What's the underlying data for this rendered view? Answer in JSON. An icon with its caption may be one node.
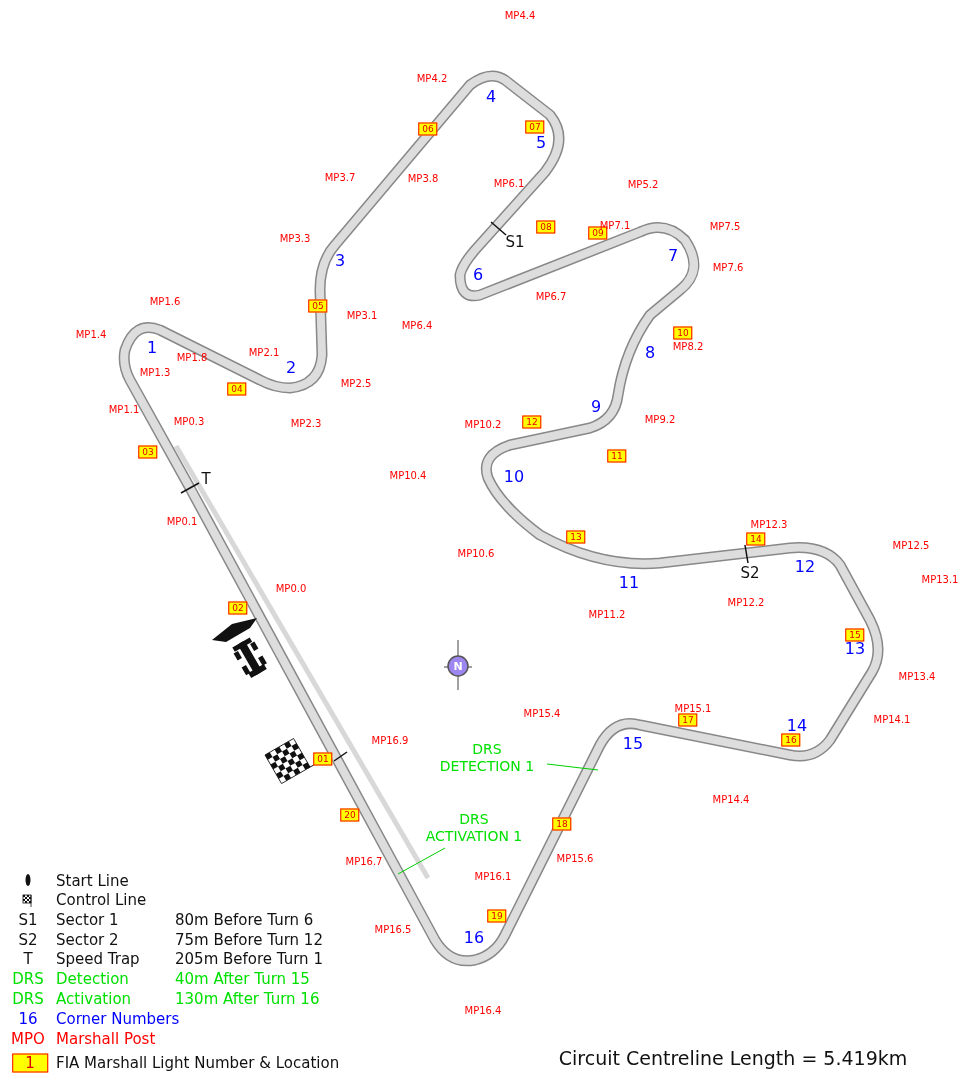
{
  "diagram": {
    "nodes": [
      {
        "text": [
          "DRS DETECTION 1"
        ]
      },
      {
        "text": [
          "DRS ACTIVATION 1"
        ]
      }
    ],
    "edges": [
      {
        "from": 0,
        "to": null,
        "arrow": "none"
      },
      {
        "from": 1,
        "to": null,
        "arrow": "none"
      }
    ],
    "labels": [
      "MP4.4",
      "MP4.2",
      "4",
      "06",
      "07",
      "5",
      "MP3.7",
      "MP3.8",
      "MP6.1",
      "MP5.2",
      "08",
      "09",
      "MP7.1",
      "MP7.5",
      "MP3.3",
      "S1",
      "3",
      "7",
      "MP7.6",
      "6",
      "MP6.7",
      "MP1.6",
      "05",
      "MP3.1",
      "MP6.4",
      "MP1.4",
      "10",
      "1",
      "MP8.2",
      "MP2.1",
      "8",
      "MP1.8",
      "2",
      "MP1.3",
      "MP2.5",
      "04",
      "9",
      "MP1.1",
      "MP0.3",
      "MP2.3",
      "MP10.2",
      "12",
      "MP9.2",
      "03",
      "11",
      "T",
      "MP10.4",
      "10",
      "MP0.1",
      "MP12.3",
      "13",
      "14",
      "MP12.5",
      "MP10.6",
      "12",
      "S2",
      "MP13.1",
      "11",
      "MP0.0",
      "MP12.2",
      "02",
      "MP11.2",
      "15",
      "13",
      "N",
      "MP13.4",
      "MP15.1",
      "MP15.4",
      "17",
      "MP14.1",
      "14",
      "MP16.9",
      "15",
      "16",
      "01",
      "MP14.4",
      "20",
      "18",
      "MP16.7",
      "MP15.6",
      "MP16.1",
      "19",
      "MP16.5",
      "16",
      "MP16.4",
      "S1",
      "Sector 1",
      "80m Before Turn 6",
      "S2",
      "Sector 2",
      "75m Before Turn 12",
      "T",
      "Speed Trap",
      "205m Before Turn 1",
      "DRS",
      "Detection",
      "40m After Turn 15",
      "DRS",
      "Activation",
      "130m After Turn 16",
      "16",
      "Corner Numbers",
      "MPO",
      "Marshall Post",
      "1",
      "FIA Marshall Light Number & Location",
      "Circuit Centreline Length = 5.419km"
    ],
    "legend": [
      {
        "text": "Start Line"
      },
      {
        "text": "Control Line"
      }
    ]
  }
}
